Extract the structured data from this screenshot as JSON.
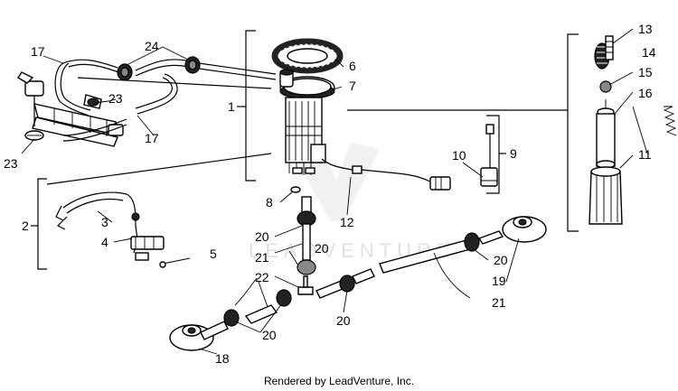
{
  "labels": {
    "p1": "1",
    "p2": "2",
    "p3": "3",
    "p4": "4",
    "p5": "5",
    "p6": "6",
    "p7": "7",
    "p8": "8",
    "p9": "9",
    "p10": "10",
    "p11": "11",
    "p12": "12",
    "p13": "13",
    "p14": "14",
    "p15": "15",
    "p16": "16",
    "p17a": "17",
    "p17b": "17",
    "p18": "18",
    "p19": "19",
    "p20a": "20",
    "p20b": "20",
    "p20c": "20",
    "p20d": "20",
    "p20e": "20",
    "p21a": "21",
    "p21b": "21",
    "p22": "22",
    "p23a": "23",
    "p23b": "23",
    "p24": "24"
  },
  "watermark": "LEADVENTURE",
  "credit": "Rendered by LeadVenture, Inc."
}
